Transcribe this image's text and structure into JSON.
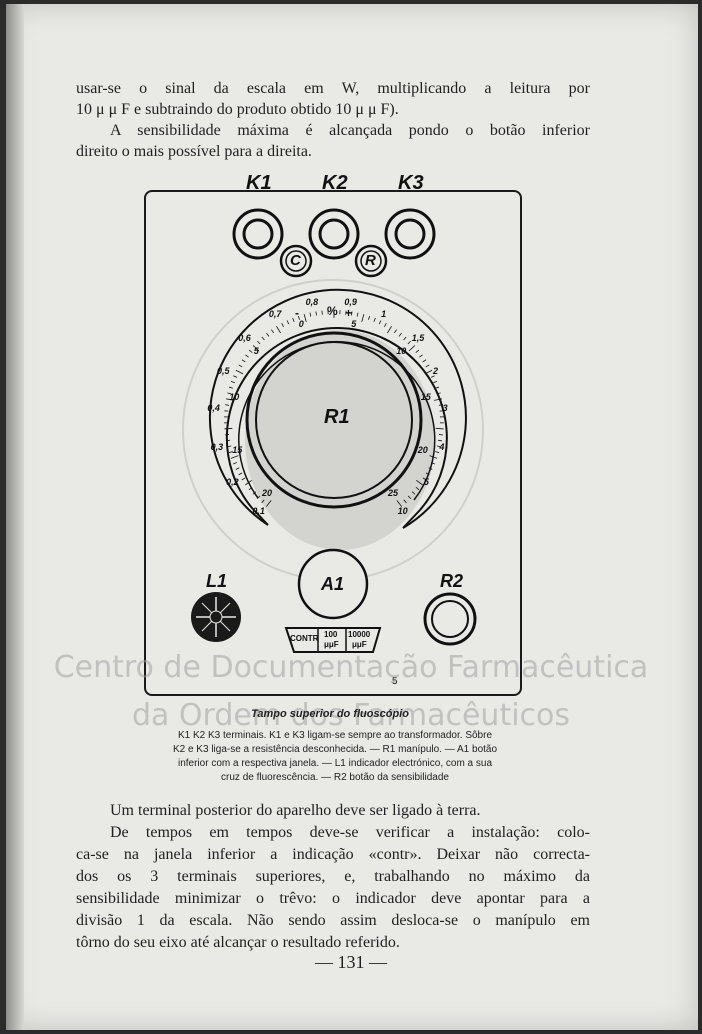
{
  "top_paragraph": {
    "lines": [
      "usar-se o sinal da escala em W, multiplicando a leitura por",
      "10 μ μ F e subtraindo do produto obtido 10 μ μ F).",
      "A sensibilidade máxima é alcançada pondo o botão inferior",
      "direito o mais possível para a direita."
    ]
  },
  "figure": {
    "labels": {
      "k1": "K1",
      "k2": "K2",
      "k3": "K3",
      "c": "C",
      "r": "R",
      "r1": "R1",
      "a1": "A1",
      "l1": "L1",
      "r2": "R2"
    },
    "outer_scale": [
      "0,1",
      "0,2",
      "0,3",
      "0,4",
      "0,5",
      "0,6",
      "0,7",
      "0,8",
      "0,9",
      "1",
      "1,5",
      "2",
      "3",
      "4",
      "5",
      "10"
    ],
    "inner_scale": [
      "20",
      "15",
      "10",
      "5",
      "0",
      "5",
      "10",
      "15",
      "20",
      "25"
    ],
    "scale_signs": [
      "-",
      "%",
      "+"
    ],
    "window": {
      "contr": "CONTR",
      "v100": "100",
      "v10000": "10000",
      "unit": "μμF"
    },
    "bottom_mark": "5",
    "caption_title": "Tampo superior do fluoscópio",
    "caption_lines": [
      "K1 K2 K3 terminais. K1 e K3 ligam-se sempre ao transformador. Sôbre",
      "K2 e K3 liga-se a resistência desconhecida. — R1 manípulo. — A1 botão",
      "inferior com a respectiva janela. — L1 indicador electrónico, com a sua",
      "cruz de fluorescência. — R2 botão da sensibilidade"
    ]
  },
  "watermark": {
    "line1": "Centro de Documentação Farmacêutica",
    "line2": "da Ordem dos Farmacêuticos"
  },
  "bottom_paragraph": {
    "lines": [
      "Um terminal posterior do aparelho deve ser ligado à terra.",
      "De tempos em tempos deve-se verificar a instalação: colo-",
      "ca-se na janela inferior a indicação «contr». Deixar não correcta-",
      "dos os 3 terminais superiores, e, trabalhando no máximo da",
      "sensibilidade minimizar o trêvo: o indicador deve apontar para a",
      "divisão 1 da escala. Não sendo assim desloca-se o manípulo em",
      "tôrno do seu eixo até alcançar o resultado referido."
    ]
  },
  "page_number": "— 131 —"
}
